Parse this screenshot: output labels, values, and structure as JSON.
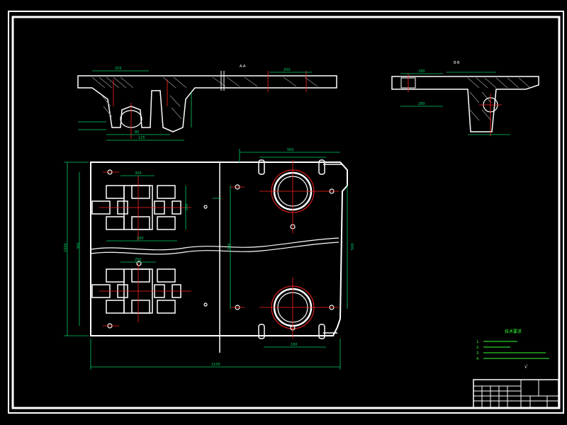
{
  "colors": {
    "background": "#000000",
    "outline": "#ffffff",
    "dimension": "#00cc66",
    "centerline": "#ff2222",
    "hatch": "#a0a0a0",
    "notes": "#33ff33",
    "title_block": "#ffffff"
  },
  "views": {
    "front_section": {
      "section_label": "A-A",
      "dims": [
        "205",
        "80",
        "125",
        "200"
      ]
    },
    "side_section": {
      "section_label": "B-B",
      "dims": [
        "180",
        "280"
      ]
    },
    "plan": {
      "overall_length": "2100",
      "overall_width": "1600",
      "right_width": "560",
      "right_height": "500",
      "bottom_dim": "180",
      "dims": [
        "300",
        "200",
        "250",
        "700",
        "250",
        "360"
      ]
    }
  },
  "notes": {
    "title": "技术要求",
    "items": [
      "1.",
      "2.",
      "3.",
      "4."
    ]
  },
  "roughness": "√"
}
